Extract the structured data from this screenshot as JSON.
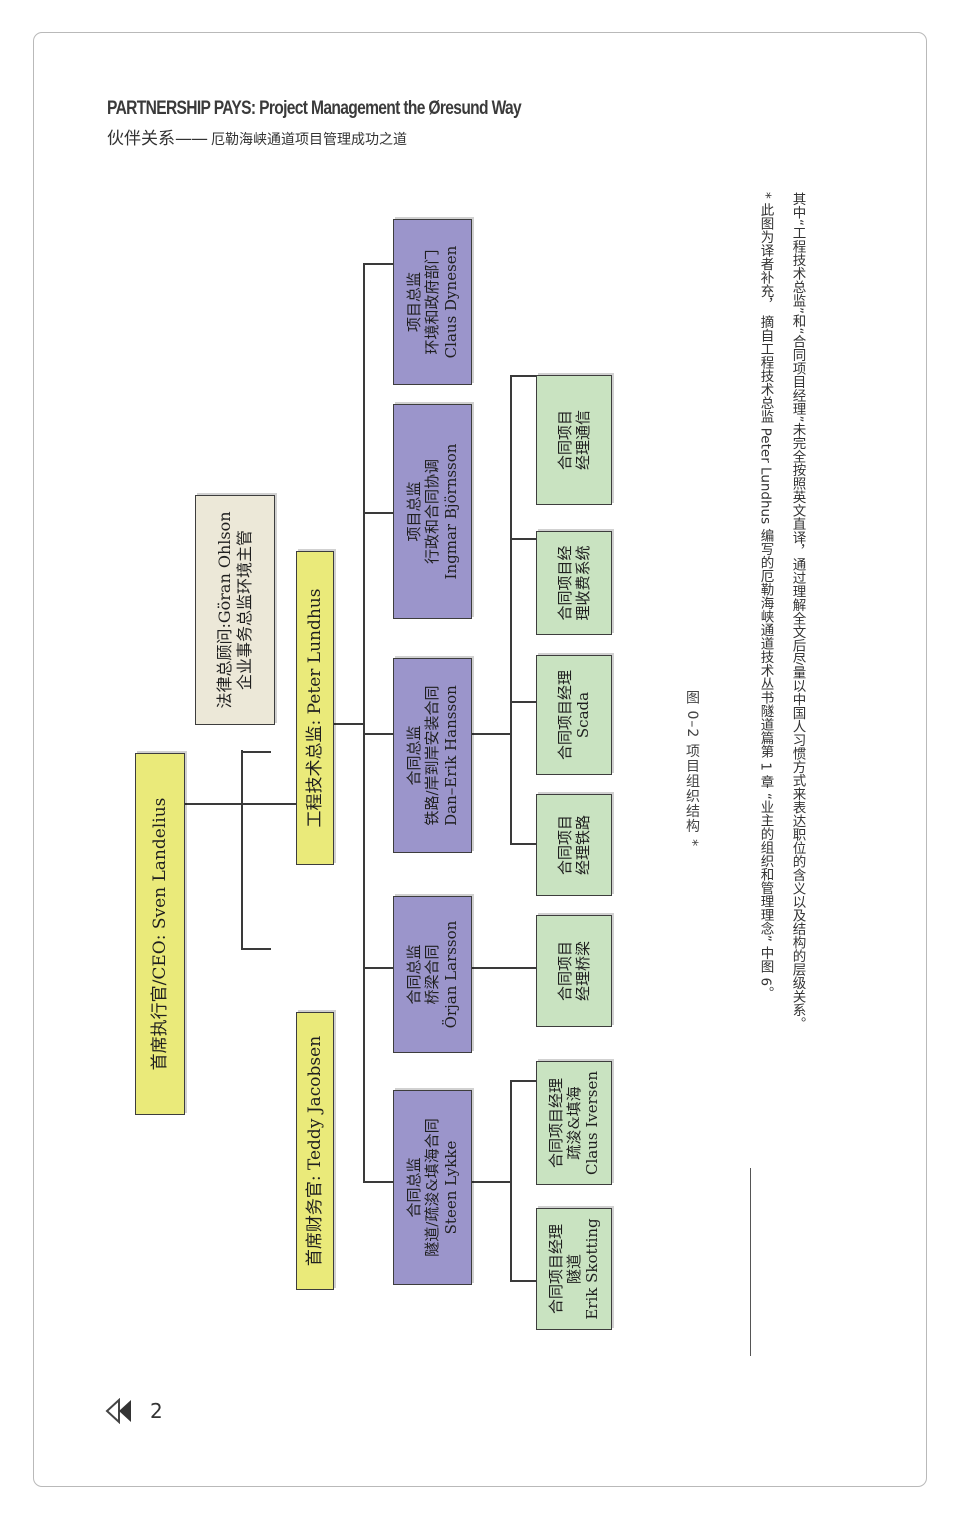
{
  "header": {
    "title_en": "PARTNERSHIP PAYS: Project Management the Øresund Way",
    "title_zh": "伙伴关系",
    "dash": "——",
    "subtitle_zh": "厄勒海峡通道项目管理成功之道"
  },
  "org": {
    "ceo": [
      "首席执行官/CEO:  Sven Landelius"
    ],
    "legal": [
      "法律总顾问:Göran Ohlson",
      "企业事务总监环境主管"
    ],
    "cto": [
      "工程技术总监: Peter Lundhus"
    ],
    "cfo": [
      "首席财务官: Teddy Jacobsen"
    ],
    "directors": [
      [
        "合同总监",
        "隧道/疏浚&填海合同",
        "Steen Lykke"
      ],
      [
        "合同总监",
        "桥梁合同",
        "Örjan Larsson"
      ],
      [
        "合同总监",
        "铁路/岸到岸安装合同",
        "Dan–Erik Hansson"
      ],
      [
        "项目总监",
        "行政和合同协调",
        "Ingmar Björnsson"
      ],
      [
        "项目总监",
        "环境和政府部门",
        "Claus Dynesen"
      ]
    ],
    "managers": [
      [
        "合同项目经理",
        "隧道",
        "Erik Skotting"
      ],
      [
        "合同项目经理",
        "疏浚&填海",
        "Claus Iversen"
      ],
      [
        "合同项目",
        "经理桥梁"
      ],
      [
        "合同项目",
        "经理铁路"
      ],
      [
        "合同项目经理",
        "Scada"
      ],
      [
        "合同项目经",
        "理收费系统"
      ],
      [
        "合同项目",
        "经理通信"
      ]
    ]
  },
  "caption": "图 0–2   项目组织结构 *",
  "footnote": {
    "line1": "*  此图为译者补充，  摘自工程技术总监 Peter Lundhus 编写的厄勒海峡通道技术丛书隧道篇第 1 章  “业主的组织和管理理念”  中图 6。",
    "line2": "其中“工程技术总监”和“合同项目经理”未完全按照英文直译，通过理解全文后尽量以中国人习惯方式来表达职位的含义以及结构的层级关系。"
  },
  "page_number": "2",
  "colors": {
    "executive": "#eaea7a",
    "legal": "#ece8d8",
    "director": "#9b95cb",
    "manager": "#c9e3c1"
  }
}
